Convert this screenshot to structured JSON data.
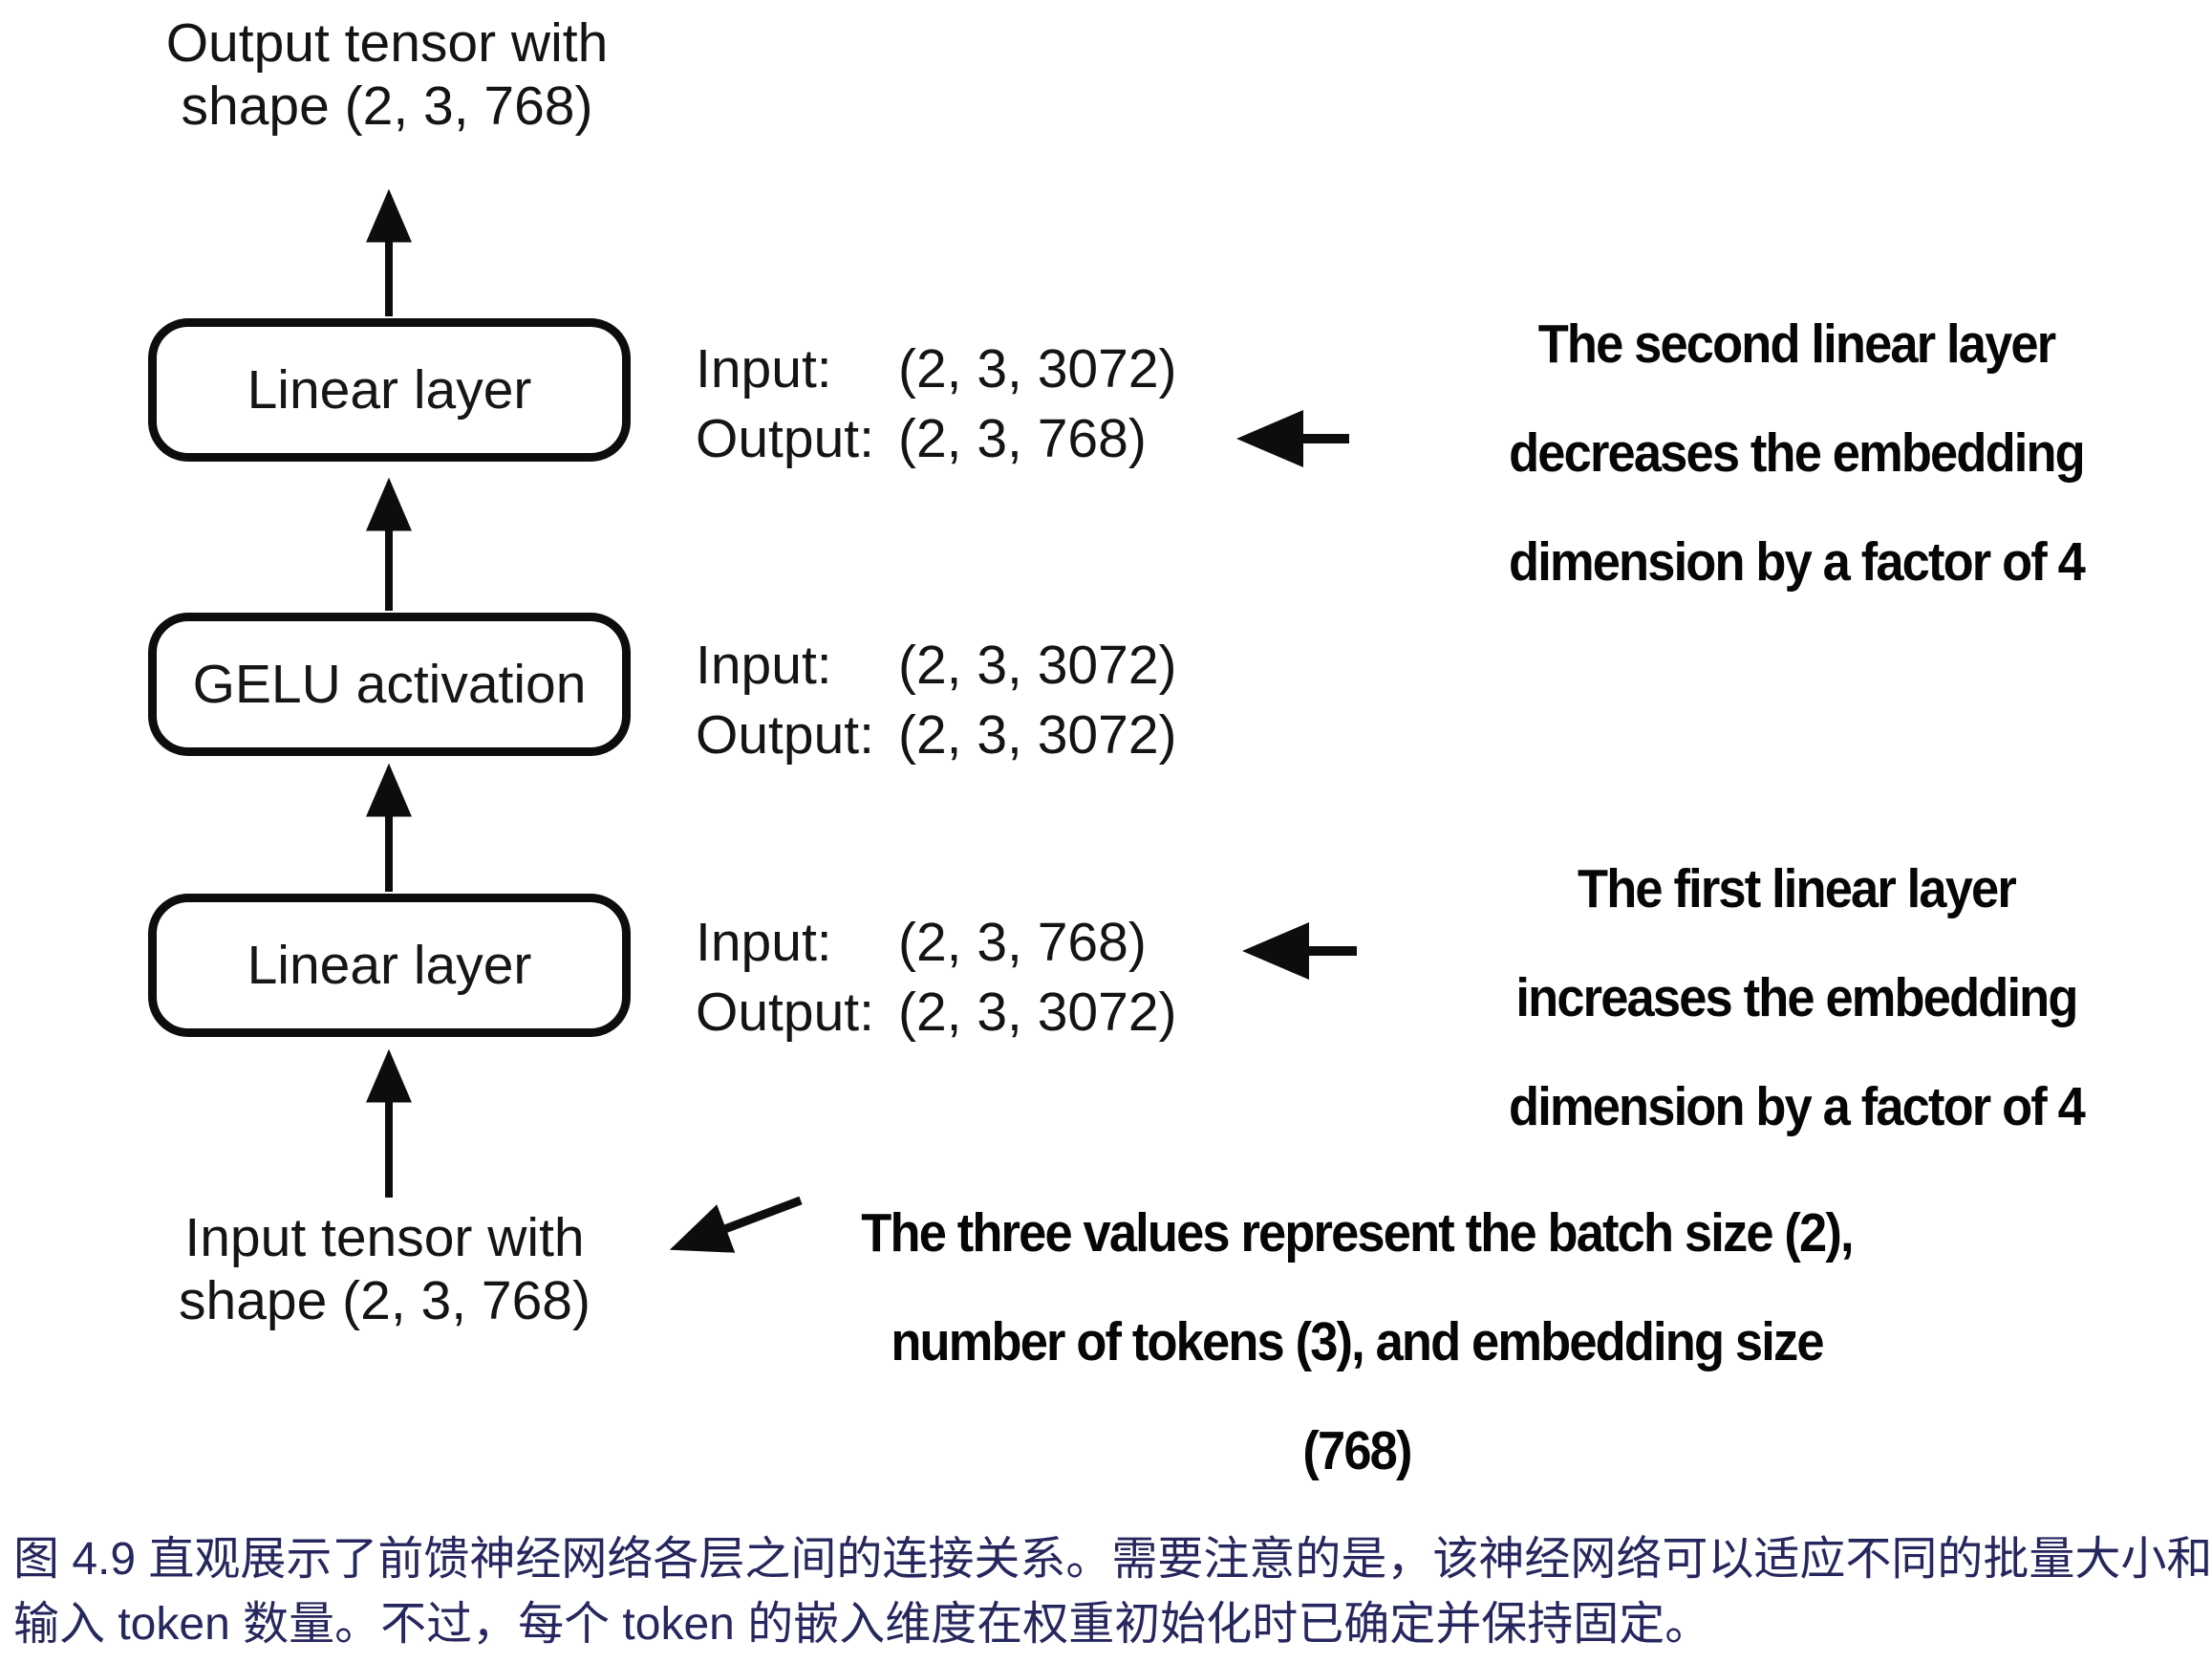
{
  "figure": {
    "output_tensor_label": [
      "Output tensor with",
      "shape (2, 3, 768)"
    ],
    "input_tensor_label": [
      "Input tensor with",
      "shape (2, 3, 768)"
    ],
    "boxes": [
      "Linear layer",
      "GELU activation",
      "Linear layer"
    ],
    "io_blocks": [
      {
        "rows": [
          {
            "label": "Input:",
            "value": "(2, 3, 3072)"
          },
          {
            "label": "Output:",
            "value": "(2, 3, 768)"
          }
        ]
      },
      {
        "rows": [
          {
            "label": "Input:",
            "value": "(2, 3, 3072)"
          },
          {
            "label": "Output:",
            "value": "(2, 3, 3072)"
          }
        ]
      },
      {
        "rows": [
          {
            "label": "Input:",
            "value": "(2, 3, 768)"
          },
          {
            "label": "Output:",
            "value": "(2, 3, 3072)"
          }
        ]
      }
    ],
    "annotations": {
      "second_linear": [
        "The second linear layer",
        "decreases the embedding",
        "dimension by a factor of 4"
      ],
      "first_linear": [
        "The first linear layer",
        "increases the embedding",
        "dimension by a factor of 4"
      ],
      "three_values": [
        "The three values represent the batch size (2),",
        "number of tokens (3), and embedding size",
        "(768)"
      ]
    }
  },
  "caption": {
    "lines": [
      "图 4.9 直观展示了前馈神经网络各层之间的连接关系。需要注意的是，该神经网络可以适应不同的批量大小和",
      "输入 token 数量。不过，每个 token 的嵌入维度在权重初始化时已确定并保持固定。"
    ],
    "color": "#27275f"
  },
  "colors": {
    "ink": "#0d0d0d",
    "background": "#ffffff"
  }
}
